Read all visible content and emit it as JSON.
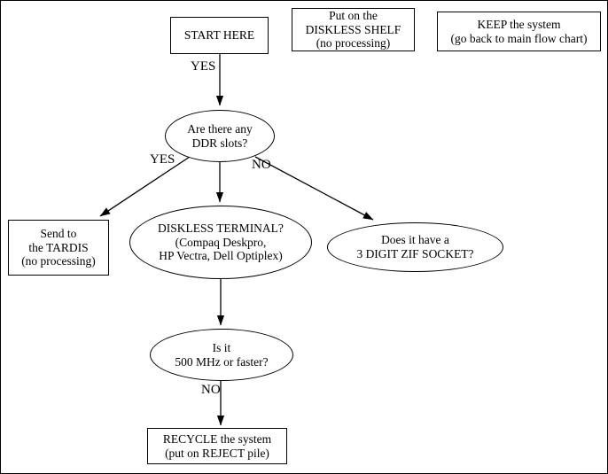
{
  "diagram": {
    "title": "Diskless terminal triage flow chart",
    "background_color": "#ffffff",
    "stroke_color": "#000000",
    "nodes": [
      {
        "id": "start-here",
        "shape": "box",
        "lines": [
          "START HERE"
        ]
      },
      {
        "id": "diskless-shelf",
        "shape": "box",
        "lines": [
          "Put on the",
          "DISKLESS SHELF",
          "(no processing)"
        ]
      },
      {
        "id": "keep-system",
        "shape": "box",
        "lines": [
          "KEEP the system",
          "(go back to main flow chart)"
        ]
      },
      {
        "id": "ddr-slots",
        "shape": "ellipse",
        "lines": [
          "Are there any",
          "DDR slots?"
        ]
      },
      {
        "id": "send-tardis",
        "shape": "box",
        "lines": [
          "Send to",
          "the TARDIS",
          "(no processing)"
        ]
      },
      {
        "id": "diskless-terminal",
        "shape": "ellipse",
        "lines": [
          "DISKLESS TERMINAL?",
          "(Compaq Deskpro,",
          "HP Vectra, Dell Optiplex)"
        ]
      },
      {
        "id": "zif-socket",
        "shape": "ellipse",
        "lines": [
          "Does it have a",
          "3 DIGIT ZIF SOCKET?"
        ]
      },
      {
        "id": "speed-check",
        "shape": "ellipse",
        "lines": [
          "Is it",
          "500 MHz or faster?"
        ]
      },
      {
        "id": "recycle-system",
        "shape": "box",
        "lines": [
          "RECYCLE the system",
          "(put on REJECT pile)"
        ]
      }
    ],
    "edge_labels": [
      {
        "id": "start-to-ddr",
        "text": "YES"
      },
      {
        "id": "ddr-yes",
        "text": "YES"
      },
      {
        "id": "ddr-no",
        "text": "NO"
      },
      {
        "id": "speed-no",
        "text": "NO"
      }
    ]
  }
}
